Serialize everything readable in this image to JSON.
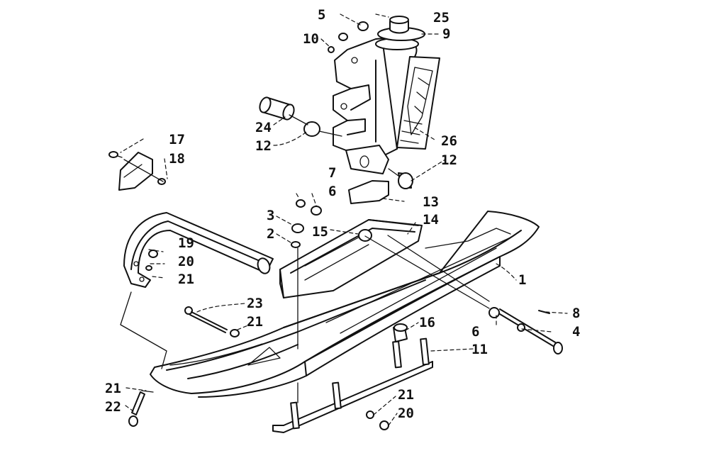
{
  "diagram": {
    "callouts": [
      "1",
      "2",
      "3",
      "4",
      "5",
      "6",
      "6",
      "7",
      "8",
      "9",
      "10",
      "11",
      "12",
      "12",
      "13",
      "14",
      "15",
      "16",
      "17",
      "18",
      "19",
      "20",
      "20",
      "21",
      "21",
      "21",
      "21",
      "22",
      "23",
      "24",
      "25",
      "26"
    ]
  }
}
